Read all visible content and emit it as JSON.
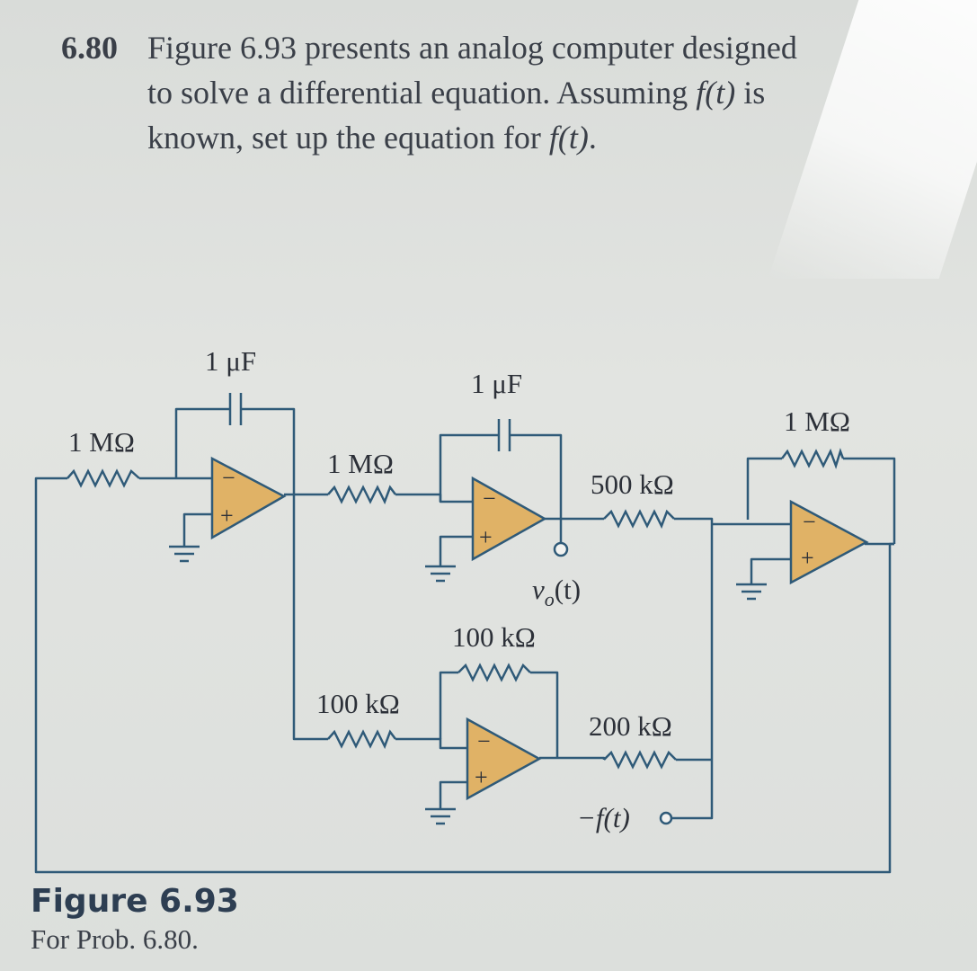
{
  "problem": {
    "number": "6.80",
    "text_line1": "Figure 6.93 presents an analog computer designed",
    "text_line2": "to solve a differential equation. Assuming ",
    "text_line2_italic": "f(t)",
    "text_line2_end": " is",
    "text_line3": "known, set up the equation for ",
    "text_line3_italic": "f(t)",
    "text_line3_end": "."
  },
  "circuit": {
    "c1_label": "1 μF",
    "c2_label": "1 μF",
    "r_in1_label": "1 MΩ",
    "r_mid_label": "1 MΩ",
    "r_right_feedback_label": "1 MΩ",
    "r_500k_label": "500 kΩ",
    "r_100k_feedback_label": "100 kΩ",
    "r_100k_input_label": "100 kΩ",
    "r_200k_label": "200 kΩ",
    "vo_label": "v",
    "vo_sub": "o",
    "vo_paren": "(t)",
    "minus_f_label": "−f(t)",
    "opamp_minus": "−",
    "opamp_plus": "+",
    "opamp_color": "#e0b266",
    "wire_color": "#2f5a78"
  },
  "caption": {
    "figure": "Figure 6.93",
    "sub": "For Prob. 6.80."
  }
}
